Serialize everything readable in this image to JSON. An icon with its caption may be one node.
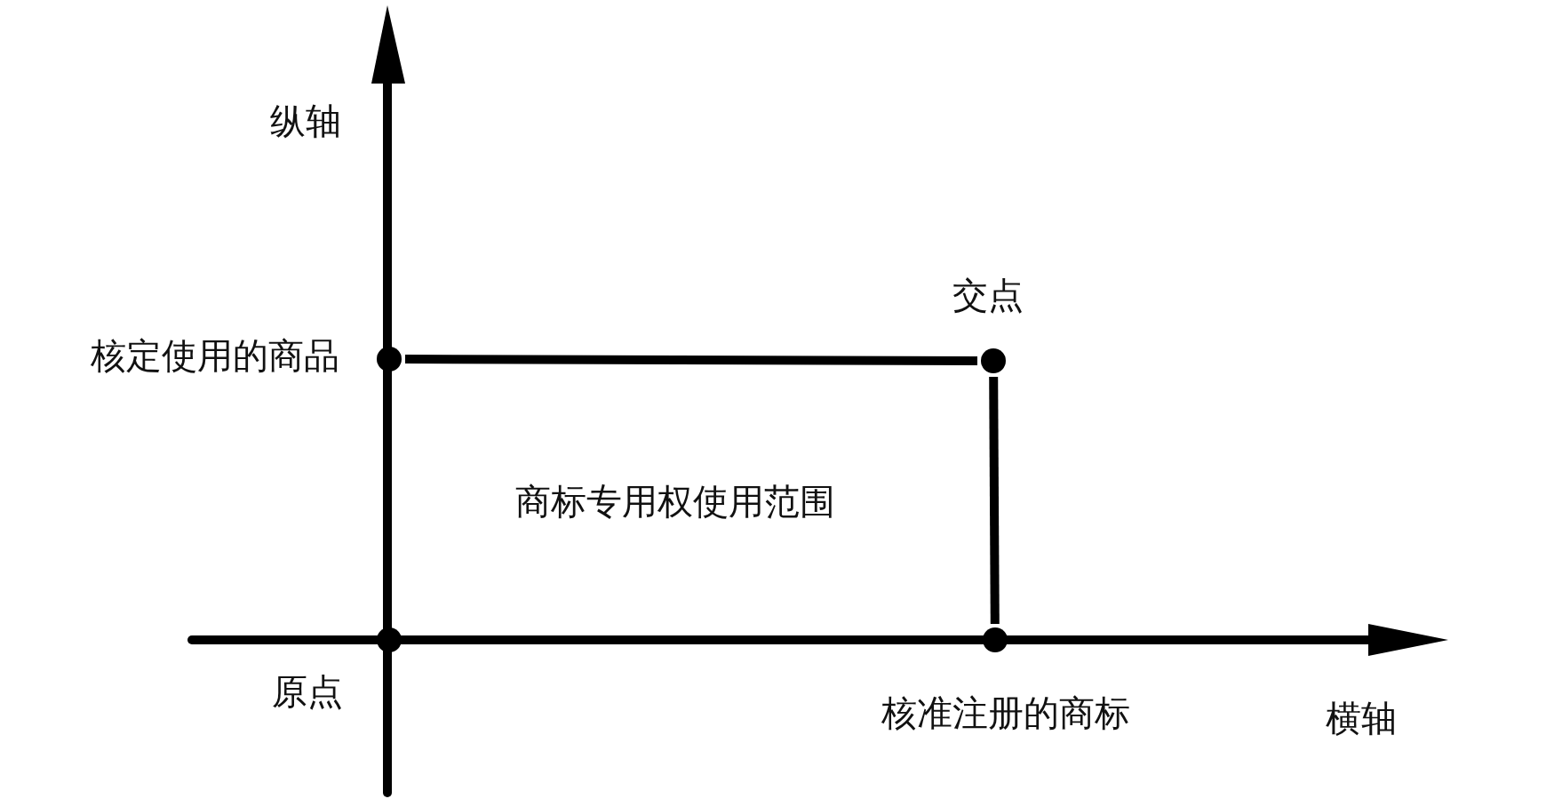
{
  "diagram": {
    "nodes": [
      {
        "text": [],
        "shape": "circle",
        "beside": [
          "核定使用的商品"
        ]
      },
      {
        "text": [],
        "shape": "circle",
        "beside": [
          "交点"
        ]
      },
      {
        "text": [],
        "shape": "circle",
        "beside": [
          "原点"
        ]
      },
      {
        "text": [],
        "shape": "circle",
        "beside": [
          "核准注册的商标"
        ]
      }
    ],
    "edges": [
      {
        "from": 0,
        "to": 1,
        "arrow": "none"
      },
      {
        "from": 1,
        "to": 3,
        "arrow": "none"
      }
    ],
    "labels": [
      "纵轴",
      "商标专用权使用范围",
      "横轴"
    ]
  }
}
